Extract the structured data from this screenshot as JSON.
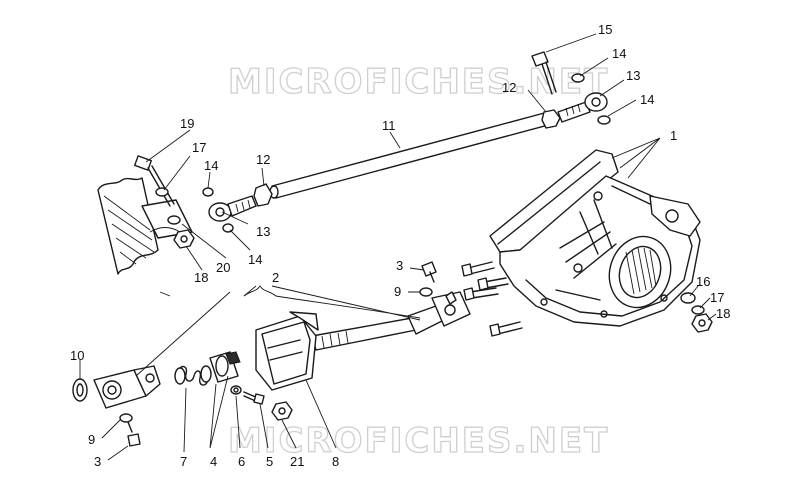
{
  "watermarks": [
    "MICROFICHES.NET",
    "MICROFICHES.NET"
  ],
  "callouts": {
    "c1": "1",
    "c2": "2",
    "c3a": "3",
    "c3b": "3",
    "c4": "4",
    "c5": "5",
    "c6": "6",
    "c7": "7",
    "c8": "8",
    "c9a": "9",
    "c9b": "9",
    "c10": "10",
    "c11": "11",
    "c12a": "12",
    "c12b": "12",
    "c13a": "13",
    "c13b": "13",
    "c14a": "14",
    "c14b": "14",
    "c14c": "14",
    "c14d": "14",
    "c15": "15",
    "c16": "16",
    "c17a": "17",
    "c17b": "17",
    "c18a": "18",
    "c18b": "18",
    "c19": "19",
    "c20": "20",
    "c21": "21"
  }
}
